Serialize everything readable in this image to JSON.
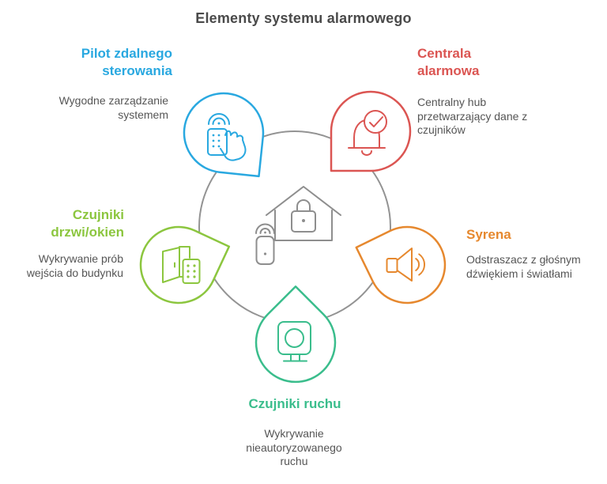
{
  "title": "Elementy systemu alarmowego",
  "center": {
    "icon": "protected-house-icon",
    "description": "house with padlock and remote key fob",
    "color": "#8E8E8E"
  },
  "hub_circle_color": "#939393",
  "text_colors": {
    "title": "#4a4a4a",
    "description": "#555555"
  },
  "nodes": [
    {
      "id": "pilot-zdalnego-sterowania",
      "position": "top-left",
      "title": "Pilot zdalnego sterowania",
      "description": "Wygodne zarządzanie systemem",
      "color": "#29A8E0",
      "icon": "remote-control-hand-icon"
    },
    {
      "id": "centrala-alarmowa",
      "position": "top-right",
      "title": "Centrala alarmowa",
      "description": "Centralny hub przetwarzający dane z czujników",
      "color": "#DB5552",
      "icon": "alarm-bell-check-icon"
    },
    {
      "id": "syrena",
      "position": "right",
      "title": "Syrena",
      "description": "Odstraszacz z głośnym dźwiękiem i światłami",
      "color": "#E6882E",
      "icon": "siren-speaker-icon"
    },
    {
      "id": "czujniki-ruchu",
      "position": "bottom",
      "title": "Czujniki ruchu",
      "description": "Wykrywanie nieautoryzowanego ruchu",
      "color": "#3ABD8C",
      "icon": "motion-camera-icon"
    },
    {
      "id": "czujniki-drzwi-okien",
      "position": "left",
      "title": "Czujniki drzwi/okien",
      "description": "Wykrywanie prób wejścia do budynku",
      "color": "#8CC63F",
      "icon": "door-sensor-icon"
    }
  ]
}
